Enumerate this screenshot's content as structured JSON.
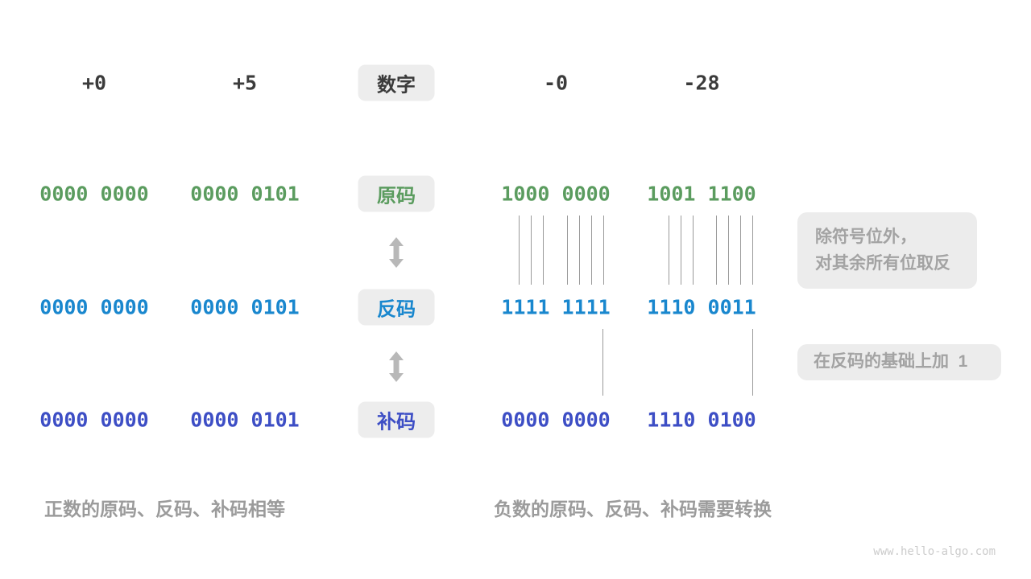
{
  "header": {
    "tag": "数字",
    "values": [
      "+0",
      "+5",
      "-0",
      "-28"
    ]
  },
  "rows": [
    {
      "key": "sign-magnitude",
      "tag": "原码",
      "color": "#5B9C5F",
      "values": [
        "0000 0000",
        "0000 0101",
        "1000 0000",
        "1001 1100"
      ]
    },
    {
      "key": "ones-complement",
      "tag": "反码",
      "color": "#1987CE",
      "values": [
        "0000 0000",
        "0000 0101",
        "1111 1111",
        "1110 0011"
      ]
    },
    {
      "key": "twos-complement",
      "tag": "补码",
      "color": "#3D4EC5",
      "values": [
        "0000 0000",
        "0000 0101",
        "0000 0000",
        "1110 0100"
      ]
    }
  ],
  "annotations": {
    "invert_line1": "除符号位外，",
    "invert_line2": "对其余所有位取反",
    "add_one": "在反码的基础上加  1"
  },
  "footers": {
    "positive": "正数的原码、反码、补码相等",
    "negative": "负数的原码、反码、补码需要转换"
  },
  "watermark": "www.hello-algo.com",
  "colors": {
    "number_text": "#3B3B3B",
    "sign_magnitude": "#5B9C5F",
    "ones_complement": "#1987CE",
    "twos_complement": "#3D4EC5",
    "box_background": "#EDEDED",
    "annotation_text": "#A3A3A3",
    "connector_line": "#9A9A9A",
    "arrow": "#B8B8B8"
  }
}
